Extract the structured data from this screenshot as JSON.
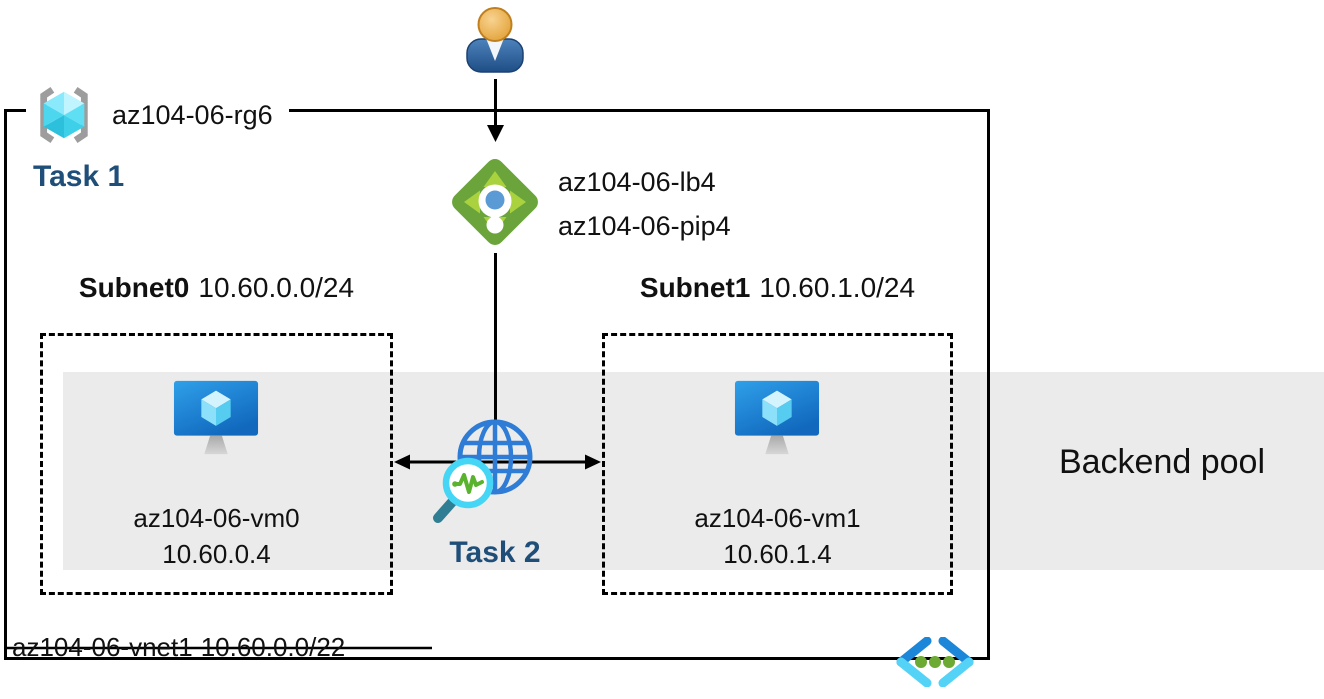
{
  "resource_group": {
    "name": "az104-06-rg6",
    "task_label": "Task 1"
  },
  "load_balancer": {
    "name": "az104-06-lb4",
    "public_ip": "az104-06-pip4"
  },
  "subnets": [
    {
      "name": "Subnet0",
      "cidr": "10.60.0.0/24",
      "vm_name": "az104-06-vm0",
      "vm_ip": "10.60.0.4"
    },
    {
      "name": "Subnet1",
      "cidr": "10.60.1.0/24",
      "vm_name": "az104-06-vm1",
      "vm_ip": "10.60.1.4"
    }
  ],
  "probe": {
    "task_label": "Task 2"
  },
  "backend_pool_label": "Backend pool",
  "vnet": {
    "name": "az104-06-vnet1",
    "cidr": "10.60.0.0/22"
  },
  "icons": {
    "person": "user-silhouette",
    "resource_group": "gray-brackets-cyan-cube",
    "load_balancer": "green-diamond-arrows",
    "virtual_machine": "blue-monitor-cyan-cube",
    "health_probe": "globe-with-magnifier-pulse",
    "code": "angle-brackets-green-dots"
  },
  "colors": {
    "task_text": "#1f4e79",
    "backend_band": "#ebebeb",
    "lb_green": "#6ba43b",
    "lb_arrow_green": "#aad23f",
    "vm_blue": "#1c7fd4",
    "cube_cyan": "#50e6ff",
    "globe_blue": "#2e7cd5",
    "probe_green": "#5ab32e",
    "line_black": "#000000"
  }
}
